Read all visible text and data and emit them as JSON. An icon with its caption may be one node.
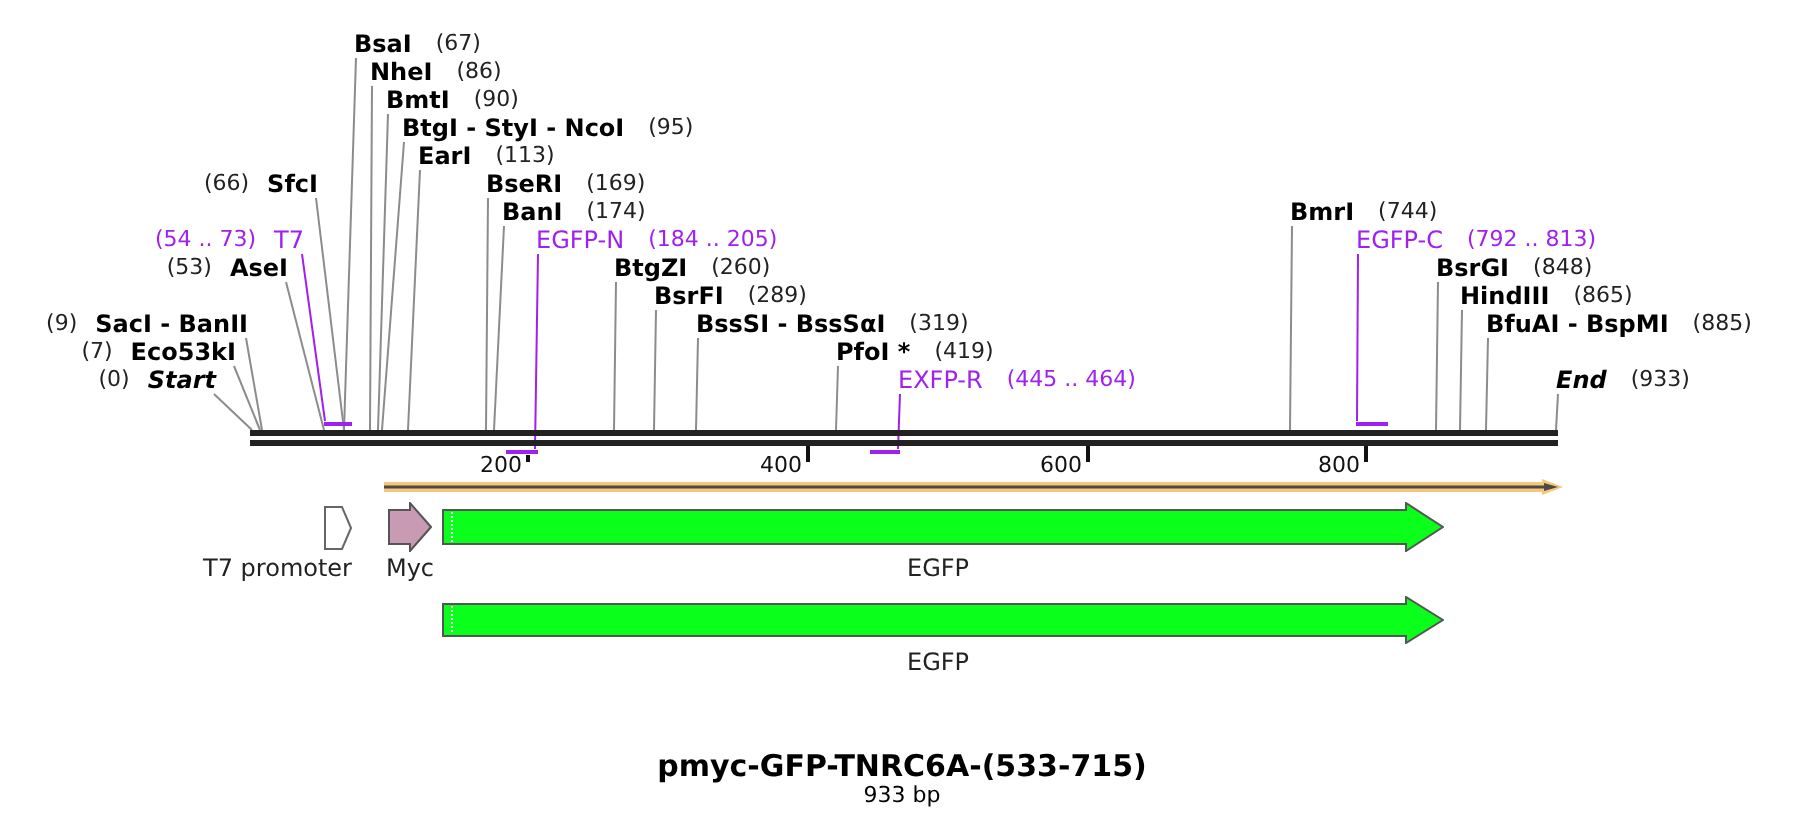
{
  "diagram": {
    "title": "pmyc-GFP-TNRC6A-(533-715)",
    "caption": "933 bp",
    "nodes": [
      {
        "text": [
          "BsaI",
          "(67)"
        ]
      },
      {
        "text": [
          "NheI",
          "(86)"
        ]
      },
      {
        "text": [
          "BmtI",
          "(90)"
        ]
      },
      {
        "text": [
          "BtgI - StyI - NcoI",
          "(95)"
        ]
      },
      {
        "text": [
          "EarI",
          "(113)"
        ]
      },
      {
        "text": [
          "(66)",
          "SfcI"
        ]
      },
      {
        "text": [
          "BseRI",
          "(169)"
        ]
      },
      {
        "text": [
          "BanI",
          "(174)"
        ]
      },
      {
        "text": [
          "BmrI",
          "(744)"
        ]
      },
      {
        "text": [
          "(54 .. 73)",
          "T7"
        ]
      },
      {
        "text": [
          "EGFP-N",
          "(184 .. 205)"
        ]
      },
      {
        "text": [
          "EGFP-C",
          "(792 .. 813)"
        ]
      },
      {
        "text": [
          "(53)",
          "AseI"
        ]
      },
      {
        "text": [
          "BtgZI",
          "(260)"
        ]
      },
      {
        "text": [
          "BsrGI",
          "(848)"
        ]
      },
      {
        "text": [
          "BsrFI",
          "(289)"
        ]
      },
      {
        "text": [
          "HindIII",
          "(865)"
        ]
      },
      {
        "text": [
          "(9)",
          "SacI - BanII"
        ]
      },
      {
        "text": [
          "BssSI - BssSαI",
          "(319)"
        ]
      },
      {
        "text": [
          "BfuAI - BspMI",
          "(885)"
        ]
      },
      {
        "text": [
          "(7)",
          "Eco53kI"
        ]
      },
      {
        "text": [
          "PfoI *",
          "(419)"
        ]
      },
      {
        "text": [
          "(0)",
          "Start"
        ]
      },
      {
        "text": [
          "EXFP-R",
          "(445 .. 464)"
        ]
      },
      {
        "text": [
          "End",
          "(933)"
        ]
      },
      {
        "text": [],
        "shape": "bar"
      },
      {
        "text": [],
        "shape": "bar"
      },
      {
        "text": [],
        "shape": "bar"
      },
      {
        "text": [],
        "shape": "bar"
      },
      {
        "text": [],
        "shape": "bar"
      },
      {
        "text": [],
        "shape": "arrow"
      },
      {
        "text": [
          "T7 promoter"
        ]
      },
      {
        "text": [
          "Myc"
        ]
      },
      {
        "text": [
          "EGFP"
        ]
      },
      {
        "text": [
          "EGFP"
        ]
      }
    ],
    "edges": [
      {
        "from": 0,
        "to": 25,
        "arrow": "none"
      },
      {
        "from": 1,
        "to": 25,
        "arrow": "none"
      },
      {
        "from": 2,
        "to": 25,
        "arrow": "none"
      },
      {
        "from": 3,
        "to": 25,
        "arrow": "none"
      },
      {
        "from": 4,
        "to": 25,
        "arrow": "none"
      },
      {
        "from": 5,
        "to": 25,
        "arrow": "none"
      },
      {
        "from": 6,
        "to": 25,
        "arrow": "none"
      },
      {
        "from": 7,
        "to": 25,
        "arrow": "none"
      },
      {
        "from": 8,
        "to": 25,
        "arrow": "none"
      },
      {
        "from": 9,
        "to": 26,
        "arrow": "none",
        "color": "#a020f0"
      },
      {
        "from": 10,
        "to": 27,
        "arrow": "none",
        "color": "#a020f0"
      },
      {
        "from": 11,
        "to": 29,
        "arrow": "none",
        "color": "#a020f0"
      },
      {
        "from": 12,
        "to": 25,
        "arrow": "none"
      },
      {
        "from": 13,
        "to": 25,
        "arrow": "none"
      },
      {
        "from": 14,
        "to": 25,
        "arrow": "none"
      },
      {
        "from": 15,
        "to": 25,
        "arrow": "none"
      },
      {
        "from": 16,
        "to": 25,
        "arrow": "none"
      },
      {
        "from": 17,
        "to": 25,
        "arrow": "none"
      },
      {
        "from": 18,
        "to": 25,
        "arrow": "none"
      },
      {
        "from": 19,
        "to": 25,
        "arrow": "none"
      },
      {
        "from": 20,
        "to": 25,
        "arrow": "none"
      },
      {
        "from": 21,
        "to": 25,
        "arrow": "none"
      },
      {
        "from": 22,
        "to": 25,
        "arrow": "none"
      },
      {
        "from": 23,
        "to": 28,
        "arrow": "none",
        "color": "#a020f0"
      },
      {
        "from": 24,
        "to": 25,
        "arrow": "none"
      }
    ],
    "labels": [
      "200",
      "400",
      "600",
      "800"
    ]
  }
}
